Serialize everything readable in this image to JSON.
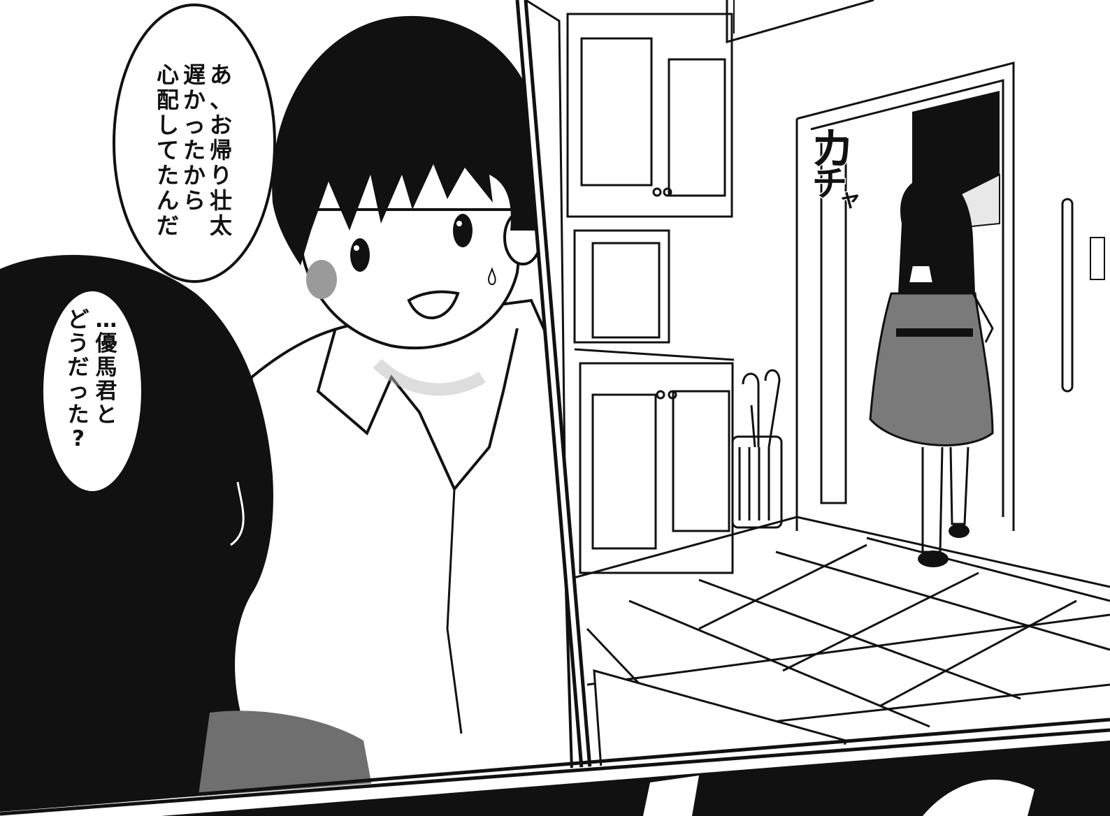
{
  "page": {
    "background": "#ffffff",
    "ink": "#111111",
    "tone_light": "#d6d6d6",
    "tone_mid": "#7a7a7a"
  },
  "panel_left": {
    "bubble_top": {
      "lines": [
        "あ、お帰り壮太",
        "遅かったから",
        "心配してたんだ"
      ]
    },
    "bubble_bottom": {
      "lines": [
        "…優馬君と",
        "どうだった?"
      ]
    }
  },
  "panel_right": {
    "sound_effect": {
      "chars": [
        "カ",
        "チ",
        "ャ"
      ]
    }
  }
}
